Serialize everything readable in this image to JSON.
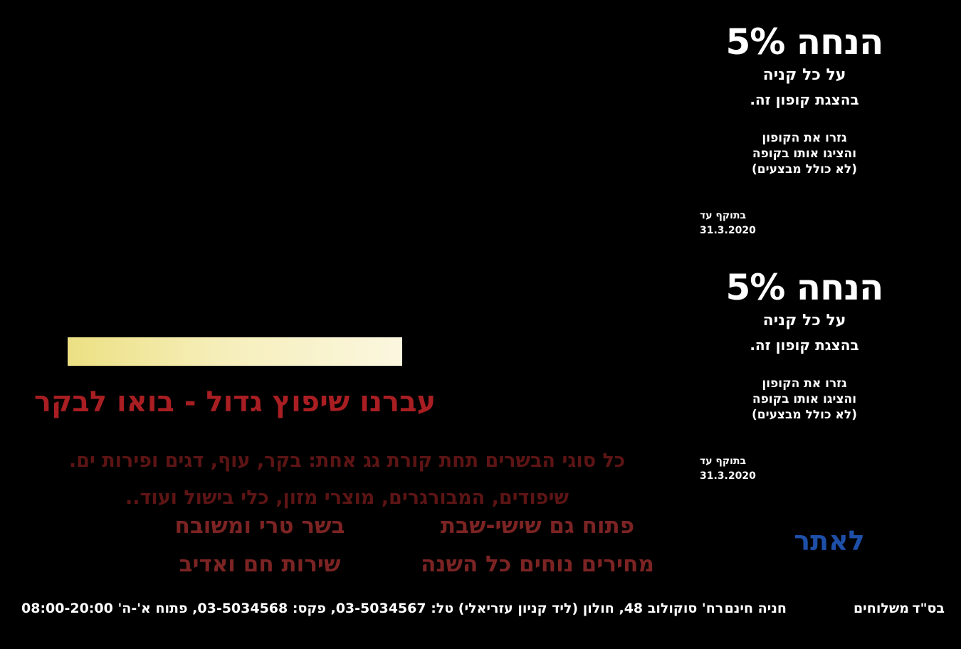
{
  "colors": {
    "background": "#000000",
    "coupon_text": "#ffffff",
    "title_red": "#a81e22",
    "body_red": "#5d1414",
    "feature_red": "#7c2323",
    "link_blue": "#1e4fa8",
    "bar_gradient_start": "#ece083",
    "bar_gradient_end": "#fbf7df"
  },
  "coupon": {
    "headline": "הנחה 5%",
    "subline1": "על כל קניה",
    "subline2": "בהצגת קופון זה.",
    "note1": "גזרו את הקופון",
    "note2": "והציגו אותו בקופה",
    "note3": "(לא כולל מבצעים)",
    "valid_label": "בתוקף עד",
    "valid_date": "31.3.2020"
  },
  "promo": {
    "title": "עברנו שיפוץ גדול - בואו לבקר",
    "body_line1": "כל סוגי הבשרים תחת קורת גג אחת: בקר, עוף, דגים ופירות ים.",
    "body_line2": "שיפודים, המבורגרים, מוצרי מזון, כלי בישול ועוד..",
    "features_right": [
      "פתוח גם שישי-שבת",
      "מחירים נוחים כל השנה"
    ],
    "features_left": [
      "בשר טרי ומשובח",
      "שירות חם ואדיב"
    ]
  },
  "link": {
    "label": "לאתר"
  },
  "footer": {
    "main": "רח' סוקולוב 48, חולון (ליד קניון עזריאלי) טל: 03-5034567, פקס: 03-5034568, פתוח א'-ה' 08:00-20:00",
    "parking": "חניה חינם",
    "delivery": "משלוחים",
    "bsd": "בס\"ד"
  }
}
